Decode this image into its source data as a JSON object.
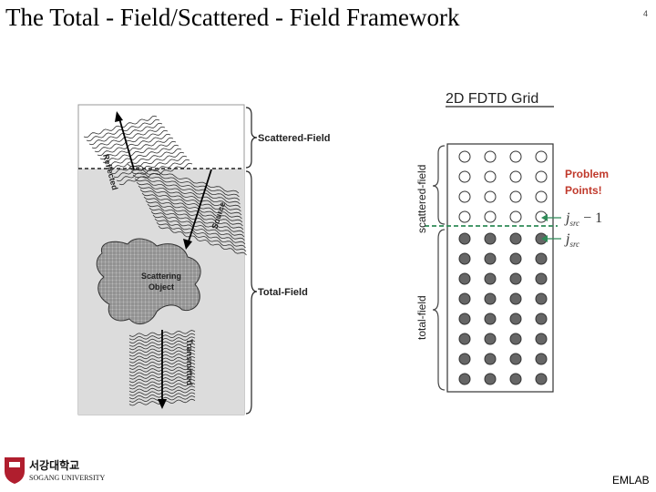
{
  "slide": {
    "title": "The Total - Field/Scattered - Field Framework",
    "page_number": "4",
    "footer": "EMLAB"
  },
  "logo": {
    "korean_name": "서강대학교",
    "english_name": "SOGANG UNIVERSITY",
    "crest_color": "#b01e2e"
  },
  "left_diagram": {
    "scattered_field_label": "Scattered-Field",
    "total_field_label": "Total-Field",
    "reflected_label": "Reflected",
    "source_label": "Source",
    "object_label_line1": "Scattering",
    "object_label_line2": "Object",
    "transmitted_label": "Transmitted",
    "total_field_fill": "#dcdcdc"
  },
  "right_diagram": {
    "grid_title": "2D FDTD Grid",
    "scattered_field_label": "scattered-field",
    "total_field_label": "total-field",
    "problem_points_line1": "Problem",
    "problem_points_line2": "Points!",
    "problem_color": "#c0392b",
    "interface_color": "#2e8b57",
    "upper_point_label": "j",
    "upper_point_sub": "src",
    "upper_point_suffix": " − 1",
    "lower_point_label": "j",
    "lower_point_sub": "src",
    "open_rows": 4,
    "filled_rows": 8,
    "columns": 4
  }
}
